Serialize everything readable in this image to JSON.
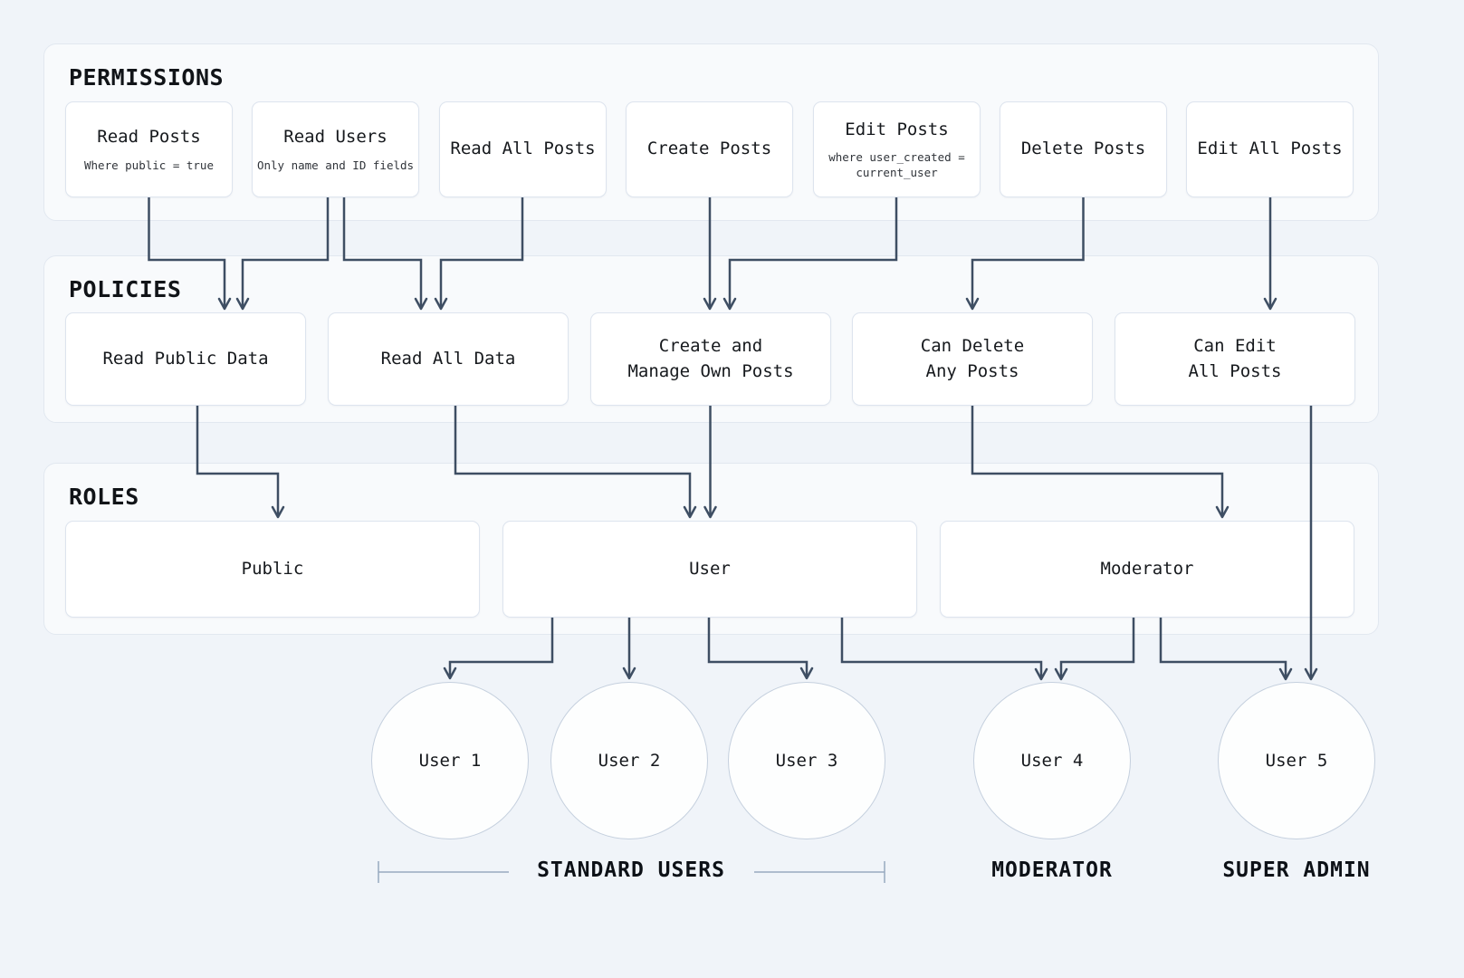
{
  "sections": {
    "permissions": {
      "title": "PERMISSIONS",
      "items": [
        {
          "title": "Read Posts",
          "subtitle": "Where public = true"
        },
        {
          "title": "Read Users",
          "subtitle": "Only name and ID fields"
        },
        {
          "title": "Read All Posts"
        },
        {
          "title": "Create Posts"
        },
        {
          "title": "Edit Posts",
          "subtitle": "where user_created =\ncurrent_user"
        },
        {
          "title": "Delete Posts"
        },
        {
          "title": "Edit All Posts"
        }
      ]
    },
    "policies": {
      "title": "POLICIES",
      "items": [
        {
          "title": "Read Public Data"
        },
        {
          "title": "Read All Data"
        },
        {
          "title": "Create and\nManage Own Posts"
        },
        {
          "title": "Can Delete\nAny Posts"
        },
        {
          "title": "Can Edit\nAll Posts"
        }
      ]
    },
    "roles": {
      "title": "ROLES",
      "items": [
        {
          "title": "Public"
        },
        {
          "title": "User"
        },
        {
          "title": "Moderator"
        }
      ]
    }
  },
  "users": [
    {
      "label": "User 1"
    },
    {
      "label": "User 2"
    },
    {
      "label": "User 3"
    },
    {
      "label": "User 4"
    },
    {
      "label": "User 5"
    }
  ],
  "groups": [
    {
      "label": "STANDARD USERS"
    },
    {
      "label": "MODERATOR"
    },
    {
      "label": "SUPER ADMIN"
    }
  ],
  "colors": {
    "page_bg": "#f0f4f9",
    "panel_bg": "#f8fafc",
    "panel_border": "#e2e8f0",
    "box_border": "#dde4ee",
    "arrow": "#3e4e63",
    "bracket_line": "#97a9c0"
  }
}
